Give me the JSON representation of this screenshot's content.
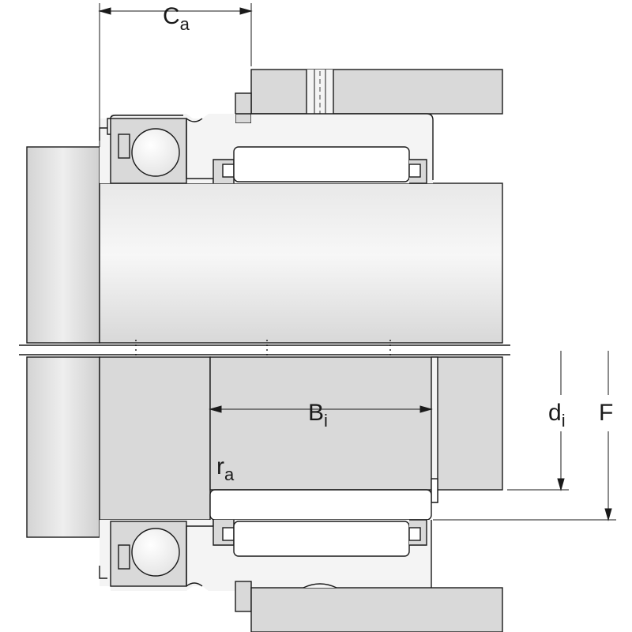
{
  "colors": {
    "background": "#ffffff",
    "line": "#1a1a1a",
    "part_fill": "#d9d9d9",
    "part_light": "#f4f4f4"
  },
  "labels": {
    "ca": {
      "main": "C",
      "sub": "a"
    },
    "bi": {
      "main": "B",
      "sub": "i"
    },
    "ra": {
      "main": "r",
      "sub": "a"
    },
    "di": {
      "main": "d",
      "sub": "i"
    },
    "f": {
      "main": "F",
      "sub": ""
    }
  }
}
